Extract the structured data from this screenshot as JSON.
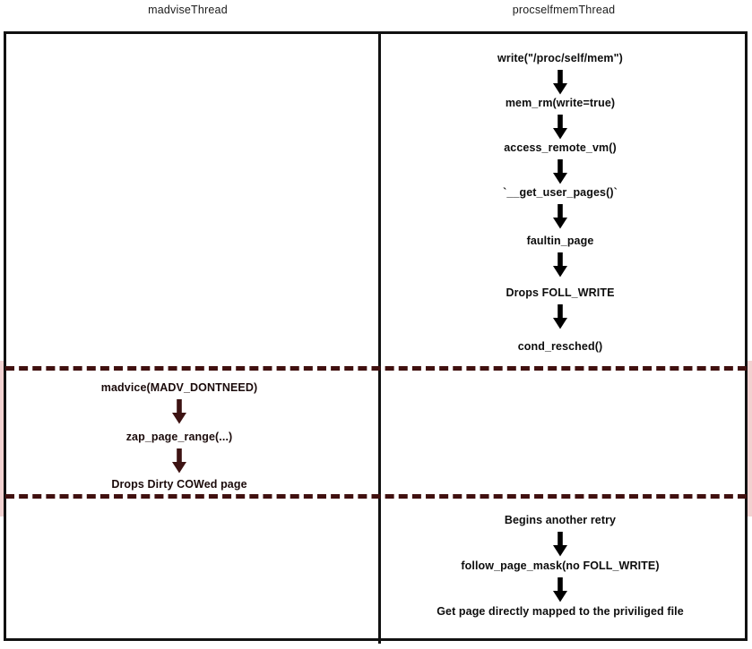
{
  "diagram": {
    "type": "two-lane-sequence-flowchart",
    "title_left": "madviseThread",
    "title_right": "procselfmemThread",
    "colors": {
      "frame": "#111111",
      "race_band_fill": "#f2d2d1",
      "race_band_dash": "#40100f",
      "left_arrow": "#3d1313",
      "right_arrow": "#000000",
      "text": "#0d0d0d"
    },
    "lanes": [
      {
        "name": "madviseThread",
        "header": "madviseThread",
        "steps": [
          {
            "label": "madvice(MADV_DONTNEED)"
          },
          {
            "label": "zap_page_range(...)"
          },
          {
            "label": "Drops Dirty COWed page"
          }
        ]
      },
      {
        "name": "procselfmemThread",
        "header": "procselfmemThread",
        "steps_upper": [
          {
            "label": "write(\"/proc/self/mem\")"
          },
          {
            "label": "mem_rm(write=true)"
          },
          {
            "label": "access_remote_vm()"
          },
          {
            "label": "`__get_user_pages()`"
          },
          {
            "label": "faultin_page"
          },
          {
            "label": "Drops FOLL_WRITE"
          },
          {
            "label": "cond_resched()"
          }
        ],
        "steps_lower": [
          {
            "label": "Begins another retry"
          },
          {
            "label": "follow_page_mask(no FOLL_WRITE)"
          },
          {
            "label": "Get page directly mapped to the priviliged file"
          }
        ]
      }
    ],
    "race_window": {
      "label": "",
      "description": "highlighted band spanning both lanes"
    }
  }
}
